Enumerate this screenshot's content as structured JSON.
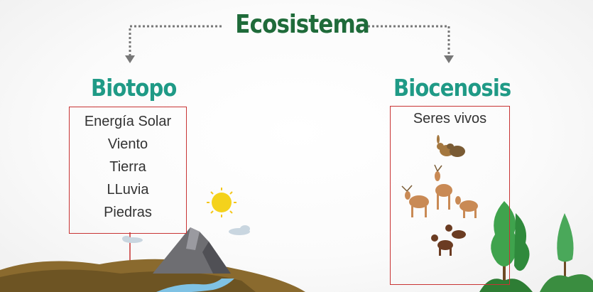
{
  "title": "Ecosistema",
  "left": {
    "heading": "Biotopo",
    "items": [
      "Energía Solar",
      "Viento",
      "Tierra",
      "LLuvia",
      "Piedras"
    ]
  },
  "right": {
    "heading": "Biocenosis",
    "label": "Seres vivos"
  },
  "colors": {
    "title": "#1f6b3a",
    "heading": "#1f9a86",
    "box_border": "#c83434",
    "arrow": "#777777"
  },
  "icons": [
    "sun-icon",
    "cloud-icon",
    "mountain-icon",
    "river-icon",
    "rabbit-icon",
    "deer-icon",
    "monkey-icon",
    "tree-icon"
  ]
}
